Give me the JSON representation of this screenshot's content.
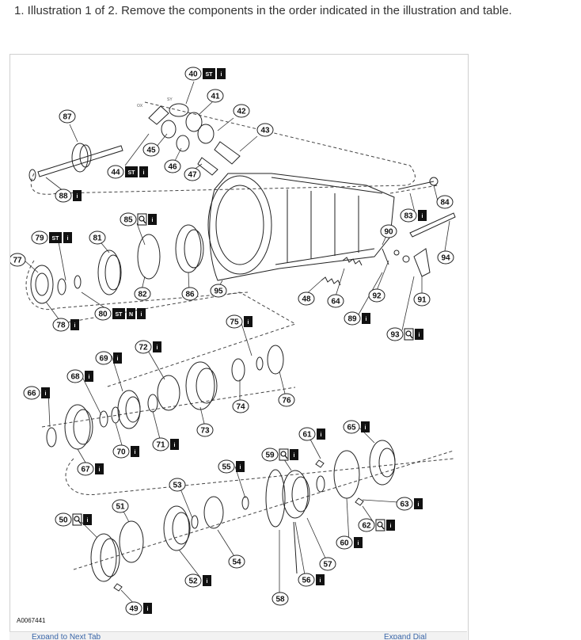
{
  "caption": "1. Illustration 1 of 2. Remove the components in the order indicated in the illustration and table.",
  "diagram": {
    "figure_id": "A0067441",
    "small_labels": [
      "OX",
      "SY"
    ],
    "callouts": [
      {
        "num": "40",
        "tags": [
          "ST",
          "i"
        ]
      },
      {
        "num": "41",
        "tags": []
      },
      {
        "num": "42",
        "tags": []
      },
      {
        "num": "43",
        "tags": []
      },
      {
        "num": "44",
        "tags": [
          "ST",
          "i"
        ]
      },
      {
        "num": "45",
        "tags": []
      },
      {
        "num": "46",
        "tags": []
      },
      {
        "num": "47",
        "tags": []
      },
      {
        "num": "87",
        "tags": []
      },
      {
        "num": "88",
        "tags": [
          "i"
        ]
      },
      {
        "num": "84",
        "tags": []
      },
      {
        "num": "83",
        "tags": [
          "i"
        ]
      },
      {
        "num": "85",
        "tags": [
          "mag",
          "i"
        ]
      },
      {
        "num": "79",
        "tags": [
          "ST",
          "i"
        ]
      },
      {
        "num": "81",
        "tags": []
      },
      {
        "num": "77",
        "tags": []
      },
      {
        "num": "90",
        "tags": []
      },
      {
        "num": "94",
        "tags": []
      },
      {
        "num": "82",
        "tags": []
      },
      {
        "num": "86",
        "tags": []
      },
      {
        "num": "95",
        "tags": []
      },
      {
        "num": "48",
        "tags": []
      },
      {
        "num": "64",
        "tags": []
      },
      {
        "num": "92",
        "tags": []
      },
      {
        "num": "91",
        "tags": []
      },
      {
        "num": "80",
        "tags": [
          "ST",
          "N",
          "i"
        ]
      },
      {
        "num": "78",
        "tags": [
          "i"
        ]
      },
      {
        "num": "89",
        "tags": [
          "i"
        ]
      },
      {
        "num": "75",
        "tags": [
          "i"
        ]
      },
      {
        "num": "93",
        "tags": [
          "mag",
          "i"
        ]
      },
      {
        "num": "72",
        "tags": [
          "i"
        ]
      },
      {
        "num": "69",
        "tags": [
          "i"
        ]
      },
      {
        "num": "68",
        "tags": [
          "i"
        ]
      },
      {
        "num": "66",
        "tags": [
          "i"
        ]
      },
      {
        "num": "74",
        "tags": []
      },
      {
        "num": "76",
        "tags": []
      },
      {
        "num": "73",
        "tags": []
      },
      {
        "num": "71",
        "tags": [
          "i"
        ]
      },
      {
        "num": "70",
        "tags": [
          "i"
        ]
      },
      {
        "num": "67",
        "tags": [
          "i"
        ]
      },
      {
        "num": "61",
        "tags": [
          "i"
        ]
      },
      {
        "num": "65",
        "tags": [
          "i"
        ]
      },
      {
        "num": "59",
        "tags": [
          "mag",
          "i"
        ]
      },
      {
        "num": "55",
        "tags": [
          "i"
        ]
      },
      {
        "num": "53",
        "tags": []
      },
      {
        "num": "51",
        "tags": []
      },
      {
        "num": "50",
        "tags": [
          "mag",
          "i"
        ]
      },
      {
        "num": "63",
        "tags": [
          "i"
        ]
      },
      {
        "num": "62",
        "tags": [
          "mag",
          "i"
        ]
      },
      {
        "num": "60",
        "tags": [
          "i"
        ]
      },
      {
        "num": "54",
        "tags": []
      },
      {
        "num": "57",
        "tags": []
      },
      {
        "num": "52",
        "tags": [
          "i"
        ]
      },
      {
        "num": "56",
        "tags": [
          "i"
        ]
      },
      {
        "num": "49",
        "tags": [
          "i"
        ]
      },
      {
        "num": "58",
        "tags": []
      }
    ]
  },
  "footer": {
    "left_link": "Expand to Next Tab",
    "right_link": "Expand Dial"
  },
  "colors": {
    "line": "#222222",
    "tag_bg": "#111111",
    "border": "#cfcfcf"
  }
}
